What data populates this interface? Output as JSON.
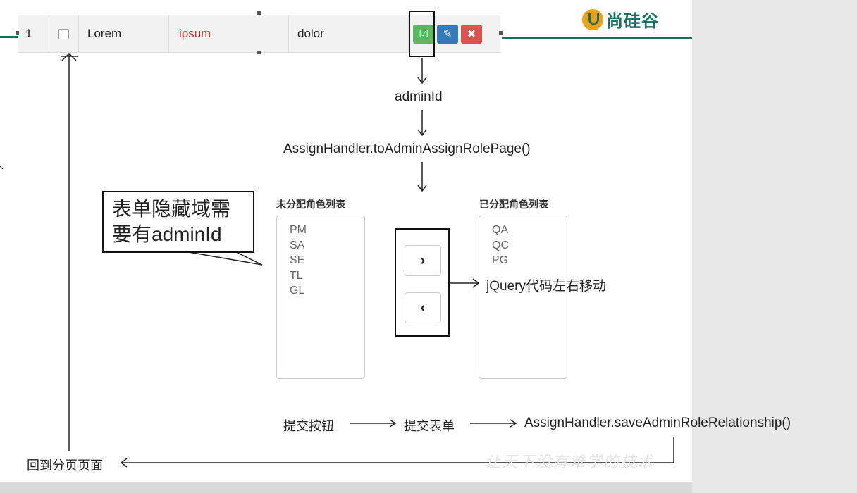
{
  "brand": {
    "logo_text": "尚硅谷",
    "accent_color": "#1a6f62",
    "logo_color": "#e8a21c"
  },
  "table_row": {
    "num": "1",
    "col_a": "Lorem",
    "col_b": "ipsum",
    "col_c": "dolor",
    "actions": [
      {
        "name": "assign-role",
        "icon": "check-square-icon",
        "color": "#5cb85c"
      },
      {
        "name": "edit",
        "icon": "pencil-icon",
        "color": "#337ab7"
      },
      {
        "name": "delete",
        "icon": "close-icon",
        "color": "#d9534f"
      }
    ]
  },
  "flow": {
    "param": "adminId",
    "handler_to_page": "AssignHandler.toAdminAssignRolePage()"
  },
  "callout": {
    "line1": "表单隐藏域需",
    "line2": "要有adminId"
  },
  "unassigned": {
    "title": "未分配角色列表",
    "items": [
      "PM",
      "SA",
      "SE",
      "TL",
      "GL"
    ]
  },
  "assigned": {
    "title": "已分配角色列表",
    "items": [
      "QA",
      "QC",
      "PG"
    ]
  },
  "move": {
    "right_symbol": "›",
    "left_symbol": "‹",
    "note": "jQuery代码左右移动"
  },
  "submit_flow": {
    "step1": "提交按钮",
    "step2": "提交表单",
    "step3": "AssignHandler.saveAdminRoleRelationship()",
    "return": "回到分页页面"
  },
  "watermark": "让天下没有难学的技术"
}
